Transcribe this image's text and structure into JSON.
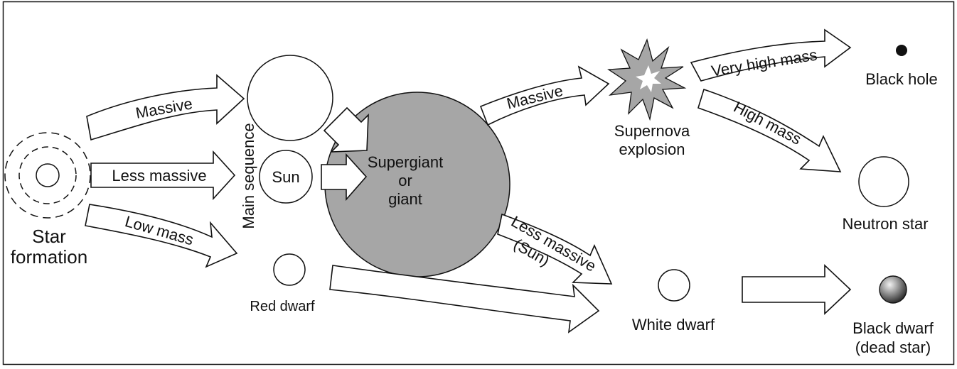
{
  "colors": {
    "background": "#ffffff",
    "ink": "#111111",
    "supergiant_fill": "#a6a6a6",
    "black_dwarf_fill": "#808080"
  },
  "labels": {
    "star_formation_line1": "Star",
    "star_formation_line2": "formation",
    "main_sequence": "Main sequence",
    "sun": "Sun",
    "red_dwarf": "Red dwarf",
    "supergiant_line1": "Supergiant",
    "supergiant_line2": "or",
    "supergiant_line3": "giant",
    "supernova_line1": "Supernova",
    "supernova_line2": "explosion",
    "black_hole": "Black hole",
    "neutron_star": "Neutron star",
    "white_dwarf": "White dwarf",
    "black_dwarf_line1": "Black dwarf",
    "black_dwarf_line2": "(dead star)"
  },
  "arrow_labels": {
    "massive_from_formation": "Massive",
    "less_massive_from_formation": "Less massive",
    "low_mass_from_formation": "Low mass",
    "massive_from_giant": "Massive",
    "less_massive_from_giant_line1": "Less massive",
    "less_massive_from_giant_line2": "(Sun)",
    "very_high_mass": "Very high mass",
    "high_mass": "High mass"
  },
  "icons": {
    "protostar": "dashed-concentric-circles-icon",
    "supernova": "starburst-icon",
    "black_hole": "filled-dot-icon",
    "black_dwarf": "shaded-sphere-icon"
  }
}
